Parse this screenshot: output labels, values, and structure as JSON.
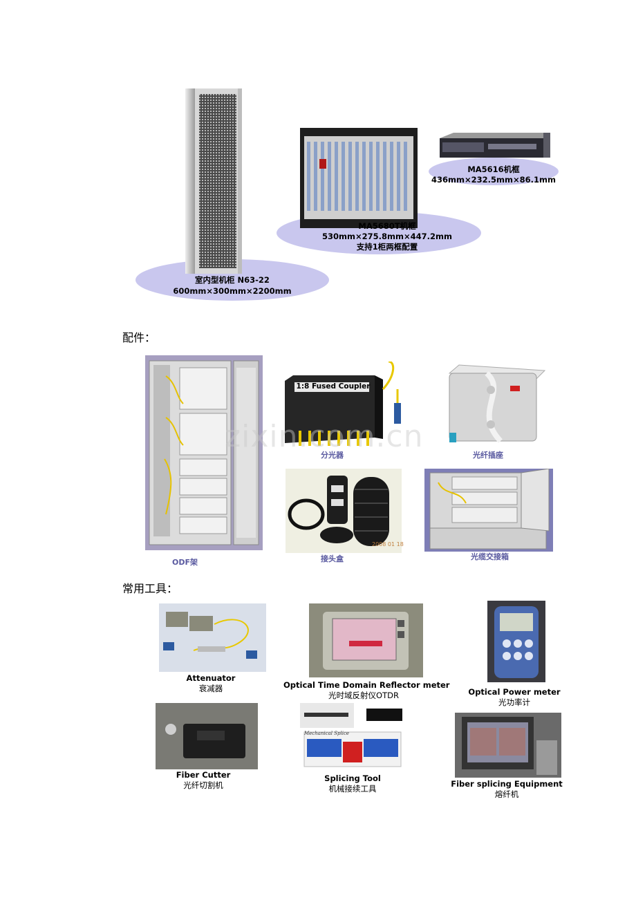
{
  "equipment": {
    "n63": {
      "title": "室内型机柜 N63-22",
      "dims": "600mm×300mm×2200mm"
    },
    "ma5680": {
      "title": "MA5680T机框",
      "dims": "530mm×275.8mm×447.2mm",
      "note": "支持1柜两框配置"
    },
    "ma5616": {
      "title": "MA5616机框",
      "dims": "436mm×232.5mm×86.1mm"
    }
  },
  "accessories": {
    "heading": "配件：",
    "items": {
      "odf": "ODF架",
      "splitter": "分光器",
      "splitter_sticker": "1:8 Fused Coupler",
      "socket": "光纤插座",
      "joint_box": "接头盒",
      "joint_box_date": "2008 01 18",
      "cross_box": "光缆交接箱"
    }
  },
  "tools": {
    "heading": "常用工具：",
    "items": {
      "attenuator": {
        "en": "Attenuator",
        "zh": "衰减器"
      },
      "otdr": {
        "en": "Optical Time Domain Reflector meter",
        "zh": "光时域反射仪OTDR"
      },
      "power_meter": {
        "en": "Optical Power meter",
        "zh": "光功率计"
      },
      "cutter": {
        "en": "Fiber Cutter",
        "zh": "光纤切割机"
      },
      "splicing_tool": {
        "en": "Splicing Tool",
        "zh": "机械接续工具",
        "sticker": "Mechanical Splice"
      },
      "splicer": {
        "en": "Fiber splicing Equipment",
        "zh": "熔纤机"
      }
    }
  },
  "watermark": "zixin.com.cn",
  "colors": {
    "ellipse": "#c9c7ee",
    "label_purple": "#5a5aa0"
  }
}
